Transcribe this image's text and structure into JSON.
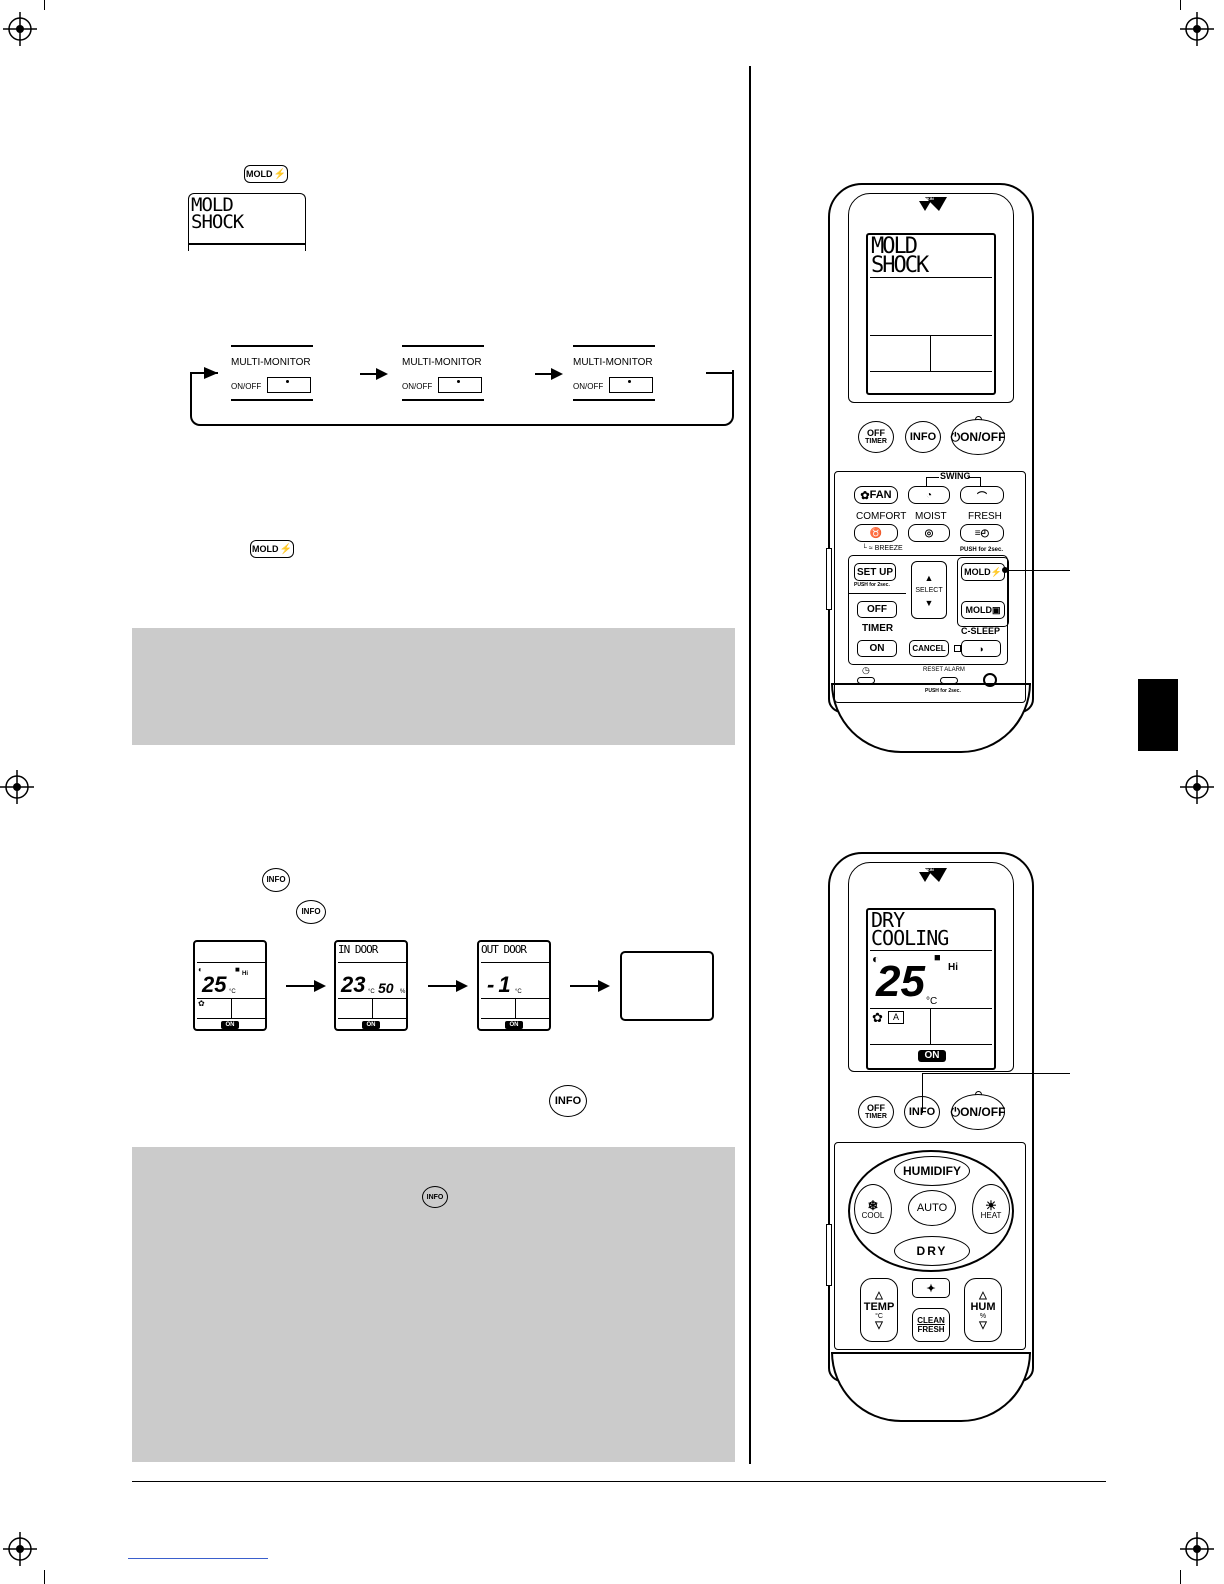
{
  "inline_buttons": {
    "mold_shock_1": "MOLD",
    "mold_shock_2": "MOLD",
    "info_1": "INFO",
    "info_2": "INFO",
    "info_3": "INFO",
    "info_4": "INFO"
  },
  "small_display": {
    "line1": "MOLD",
    "line2": "SHOCK"
  },
  "multi_monitor": {
    "title": "MULTI-MONITOR",
    "onoff": "ON/OFF",
    "items": [
      "MULTI-MONITOR",
      "MULTI-MONITOR",
      "MULTI-MONITOR"
    ]
  },
  "info_sequence": {
    "lcd1": {
      "temp": "25",
      "unit": "°C",
      "fan_hi": "Hi",
      "on": "ON"
    },
    "lcd2": {
      "title": "IN DOOR",
      "temp": "23",
      "unit": "°C",
      "hum": "50",
      "hum_unit": "%",
      "on": "ON"
    },
    "lcd3": {
      "title": "OUT DOOR",
      "temp": "-1",
      "unit": "°C",
      "on": "ON"
    }
  },
  "remote_top": {
    "brand": "DAIKIN",
    "lcd_line1": "MOLD",
    "lcd_line2": "SHOCK",
    "buttons": {
      "off_timer_1": "OFF",
      "off_timer_2": "TIMER",
      "info": "INFO",
      "onoff": "ON/OFF",
      "swing": "SWING",
      "fan": "FAN",
      "comfort": "COMFORT",
      "moist": "MOIST",
      "fresh": "FRESH",
      "breeze": "BREEZE",
      "push_2sec": "PUSH for 2sec.",
      "setup": "SET UP",
      "setup_push": "PUSH for 2sec.",
      "select": "SELECT",
      "mold_shock": "MOLD",
      "mold_dry": "MOLD",
      "off": "OFF",
      "timer": "TIMER",
      "on": "ON",
      "cancel": "CANCEL",
      "csleep": "C-SLEEP",
      "reset_alarm": "RESET ALARM",
      "reset_push": "PUSH for 2sec."
    }
  },
  "remote_bottom": {
    "brand": "DAIKIN",
    "lcd_line1": "DRY",
    "lcd_line2": "COOLING",
    "temp": "25",
    "unit": "°C",
    "fan_hi": "Hi",
    "on": "ON",
    "buttons": {
      "off_timer_1": "OFF",
      "off_timer_2": "TIMER",
      "info": "INFO",
      "onoff": "ON/OFF",
      "humidify": "HUMIDIFY",
      "cool": "COOL",
      "auto": "AUTO",
      "heat": "HEAT",
      "dry": "DRY",
      "temp": "TEMP",
      "temp_unit": "°C",
      "clean1": "CLEAN",
      "clean2": "FRESH",
      "hum": "HUM",
      "hum_unit": "%"
    }
  }
}
